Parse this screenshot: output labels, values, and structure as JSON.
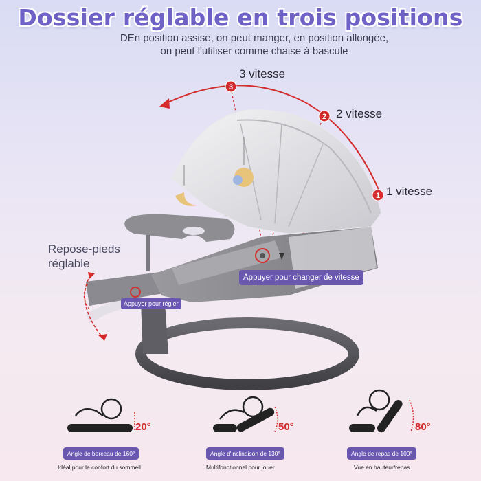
{
  "title": "Dossier réglable en trois positions",
  "subtitle_line1": "DEn position assise, on peut manger, en position allongée,",
  "subtitle_line2": "on peut l'utiliser comme chaise à bascule",
  "speeds": [
    {
      "number": "1",
      "label": "1 vitesse"
    },
    {
      "number": "2",
      "label": "2 vitesse"
    },
    {
      "number": "3",
      "label": "3 vitesse"
    }
  ],
  "footrest_label": "Repose-pieds réglable",
  "speed_button_label": "Appuyer pour changer de vitesse",
  "adjust_button_label": "Appuyer pour régler",
  "positions": [
    {
      "degree": "20°",
      "angle_label": "Angle de berceau de 160°",
      "caption": "Idéal pour le confort du sommeil"
    },
    {
      "degree": "50°",
      "angle_label": "Angle d'inclinaison de 130°",
      "caption": "Multifonctionnel pour jouer"
    },
    {
      "degree": "80°",
      "angle_label": "Angle de repas de 100°",
      "caption": "Vue en hauteur/repas"
    }
  ],
  "colors": {
    "accent": "#6a58b0",
    "title": "#6f62c6",
    "marker": "#d42c2c"
  }
}
